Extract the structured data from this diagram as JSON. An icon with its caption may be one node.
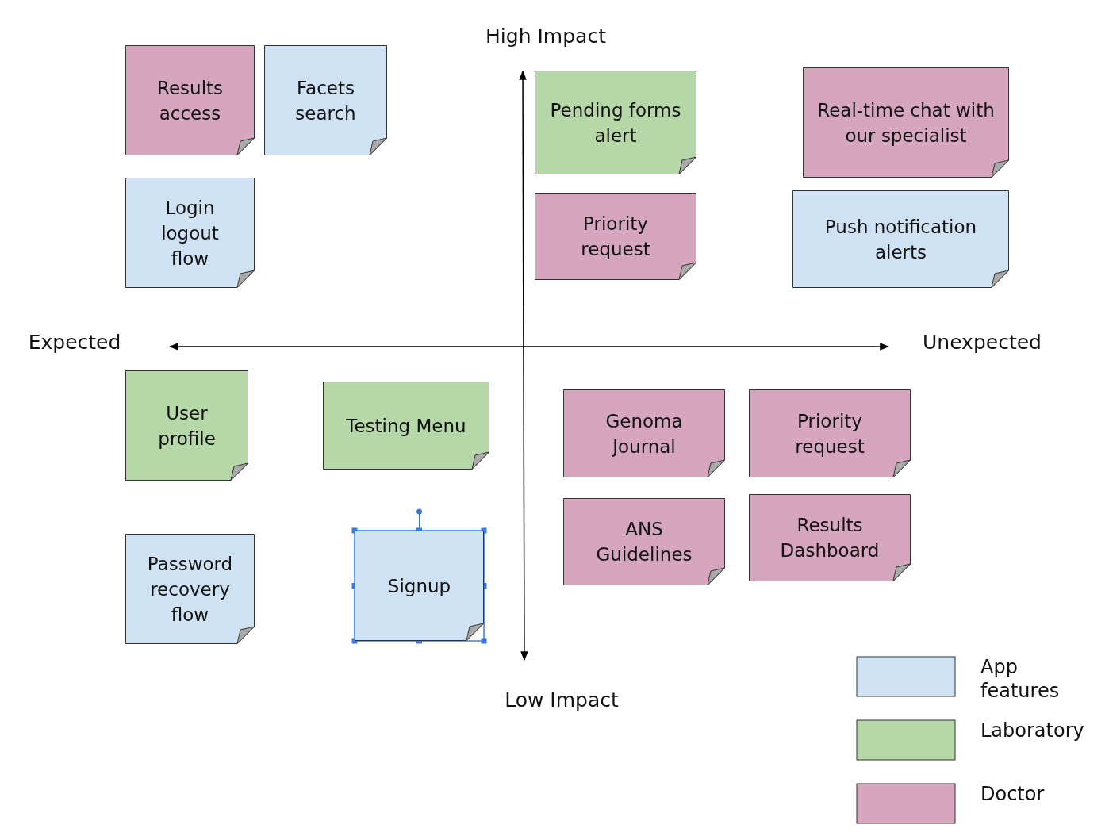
{
  "diagram": {
    "nodes": [
      {
        "text": [
          "Results access"
        ]
      },
      {
        "text": [
          "Facets search"
        ]
      },
      {
        "text": [
          "Login logout flow"
        ]
      },
      {
        "text": [
          "Pending forms alert"
        ]
      },
      {
        "text": [
          "Real-time chat with our specialist"
        ]
      },
      {
        "text": [
          "Priority request"
        ]
      },
      {
        "text": [
          "Push notification alerts"
        ]
      },
      {
        "text": [
          "User profile"
        ]
      },
      {
        "text": [
          "Testing Menu"
        ]
      },
      {
        "text": [
          "Genoma Journal"
        ]
      },
      {
        "text": [
          "Priority request"
        ]
      },
      {
        "text": [
          "Password recovery flow"
        ]
      },
      {
        "text": [
          "Signup"
        ]
      },
      {
        "text": [
          "ANS Guidelines"
        ]
      },
      {
        "text": [
          "Results Dashboard"
        ]
      }
    ],
    "edges": [],
    "labels": [
      "High Impact",
      "Expected",
      "Unexpected",
      "Low Impact"
    ],
    "legend": [
      {
        "text": "App features",
        "color": "#cfe2f3"
      },
      {
        "text": "Laboratory",
        "color": "#b6d7a8"
      },
      {
        "text": "Doctor",
        "color": "#d5a6bd"
      }
    ]
  }
}
